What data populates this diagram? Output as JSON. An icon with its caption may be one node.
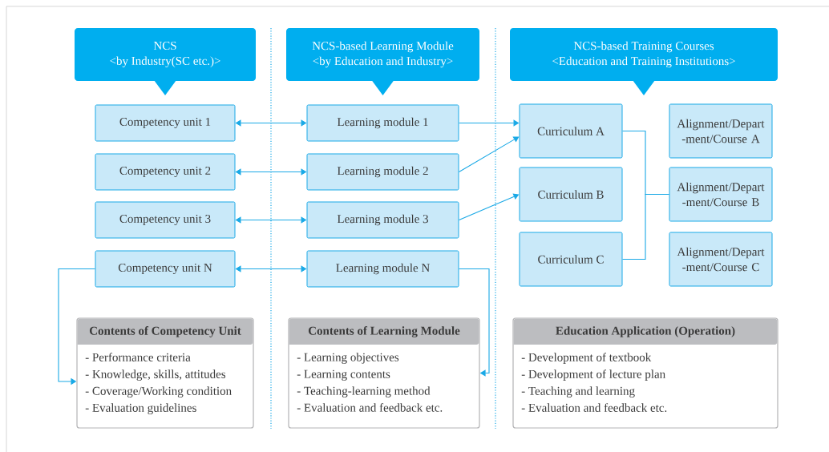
{
  "diagram": {
    "nodes": [
      {
        "text": [
          "NCS",
          "<by Industry(SC etc.)>"
        ]
      },
      {
        "text": [
          "NCS-based Learning Module",
          "<by Education and Industry>"
        ]
      },
      {
        "text": [
          "NCS-based Training Courses",
          "<Education and Training Institutions>"
        ]
      },
      {
        "text": [
          "Competency unit 1"
        ]
      },
      {
        "text": [
          "Competency unit 2"
        ]
      },
      {
        "text": [
          "Competency unit 3"
        ]
      },
      {
        "text": [
          "Competency unit N"
        ]
      },
      {
        "text": [
          "Learning module 1"
        ]
      },
      {
        "text": [
          "Learning module 2"
        ]
      },
      {
        "text": [
          "Learning module 3"
        ]
      },
      {
        "text": [
          "Learning module N"
        ]
      },
      {
        "text": [
          "Curriculum A"
        ]
      },
      {
        "text": [
          "Curriculum B"
        ]
      },
      {
        "text": [
          "Curriculum C"
        ]
      },
      {
        "text": [
          "Alignment/Depart -ment/Course A"
        ]
      },
      {
        "text": [
          "Alignment/Depart -ment/Course B"
        ]
      },
      {
        "text": [
          "Alignment/Depart -ment/Course C"
        ]
      },
      {
        "text": [
          "Contents of Competency Unit",
          "- Performance criteria",
          "- Knowledge, skills, attitudes",
          "- Coverage/Working condition",
          "- Evaluation guidelines"
        ]
      },
      {
        "text": [
          "Contents of Learning Module",
          "- Learning objectives",
          "- Learning contents",
          "- Teaching-learning method",
          "- Evaluation and feedback etc."
        ]
      },
      {
        "text": [
          "Education Application (Operation)",
          "- Development of textbook",
          "- Development of lecture plan",
          "- Teaching and learning",
          "- Evaluation and feedback etc."
        ]
      }
    ],
    "edges": [
      {
        "from": 3,
        "to": 7,
        "arrow": "both"
      },
      {
        "from": 4,
        "to": 8,
        "arrow": "both"
      },
      {
        "from": 5,
        "to": 9,
        "arrow": "both"
      },
      {
        "from": 6,
        "to": 10,
        "arrow": "both"
      },
      {
        "from": 7,
        "to": 11,
        "arrow": "to"
      },
      {
        "from": 8,
        "to": 11,
        "arrow": "to"
      },
      {
        "from": 9,
        "to": 12,
        "arrow": "to"
      },
      {
        "from": 11,
        "to": 15,
        "arrow": "none"
      },
      {
        "from": 13,
        "to": 15,
        "arrow": "none"
      },
      {
        "from": 6,
        "to": 17,
        "arrow": "to"
      },
      {
        "from": 10,
        "to": 18,
        "arrow": "to"
      }
    ]
  }
}
